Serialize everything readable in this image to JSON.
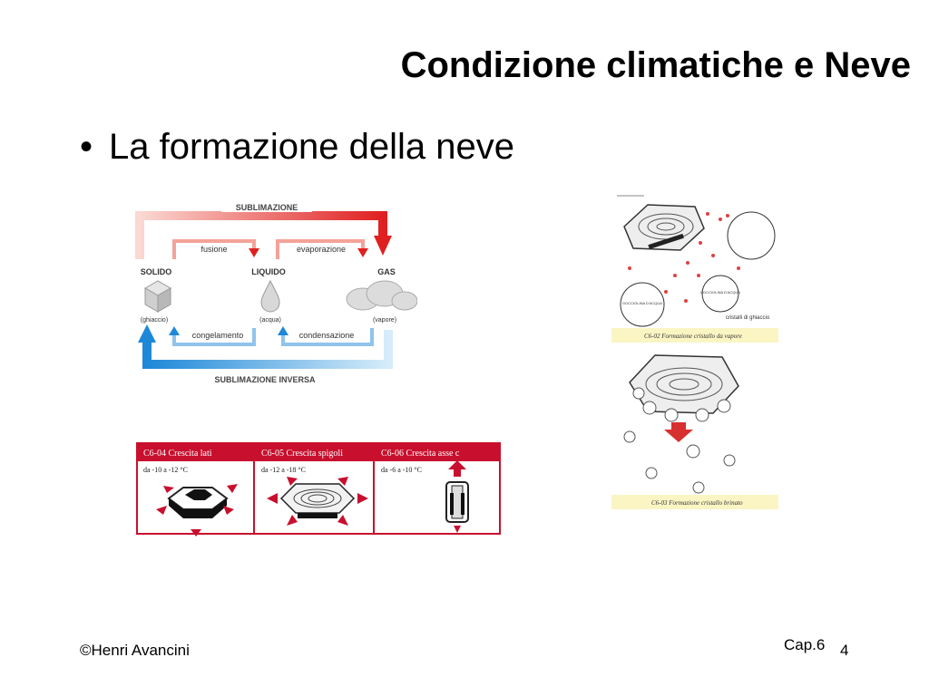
{
  "slide": {
    "title": "Condizione climatiche e Neve",
    "bullet": "La formazione della neve",
    "footer_author": "©Henri Avancini",
    "footer_chapter": "Cap.6",
    "page_number": "4"
  },
  "phase_diagram": {
    "top_arrow": "SUBLIMAZIONE",
    "bottom_arrow": "SUBLIMAZIONE INVERSA",
    "fusion": "fusione",
    "evaporation": "evaporazione",
    "freezing": "congelamento",
    "condensation": "condensazione",
    "solid": "SOLIDO",
    "liquid": "LIQUIDO",
    "gas": "GAS",
    "solid_sub": "(ghiaccio)",
    "liquid_sub": "(acqua)",
    "gas_sub": "(vapore)",
    "colors": {
      "hot": "#e02020",
      "cold": "#1e88d8"
    }
  },
  "crystal_table": {
    "headers": [
      "C6-04 Crescita lati",
      "C6-05 Crescita spigoli",
      "C6-06 Crescita asse c"
    ],
    "ranges": [
      "da -10 a -12 °C",
      "da -12 a -18 °C",
      "da -6 a -10 °C"
    ],
    "header_color": "#c8102e"
  },
  "side_figures": {
    "label_a": "GOCCIOLINA D'ACQUA",
    "label_b": "GOCCIOLINA D'ACQUA",
    "label_c": "cristalli di ghiaccio",
    "caption_1": "C6-02 Formazione cristallo da vapore",
    "caption_2": "C6-03 Formazione cristallo brinato",
    "caption_bg": "#fbf5c4"
  }
}
